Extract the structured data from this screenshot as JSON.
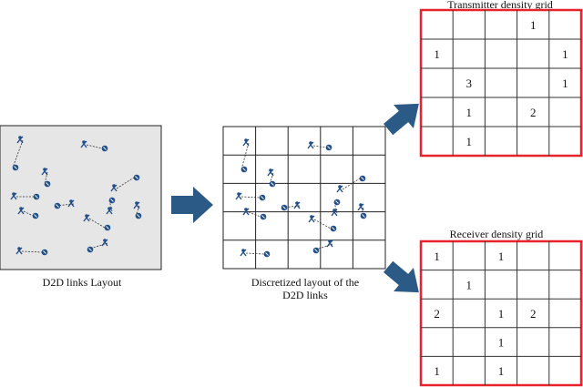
{
  "layout_panel": {
    "caption": "D2D links Layout"
  },
  "discretized_panel": {
    "caption_line1": "Discretized layout of the",
    "caption_line2": "D2D links"
  },
  "transmitter_grid": {
    "title": "Transmitter density grid",
    "rows": 5,
    "cols": 5,
    "cells": [
      [
        "",
        "",
        "",
        "1",
        ""
      ],
      [
        "1",
        "",
        "",
        "",
        "1"
      ],
      [
        "",
        "3",
        "",
        "",
        "1"
      ],
      [
        "",
        "1",
        "",
        "2",
        ""
      ],
      [
        "",
        "1",
        "",
        "",
        ""
      ]
    ],
    "border_color": "#e8232a"
  },
  "receiver_grid": {
    "title": "Receiver density grid",
    "rows": 5,
    "cols": 5,
    "cells": [
      [
        "1",
        "",
        "1",
        "",
        ""
      ],
      [
        "",
        "1",
        "",
        "",
        ""
      ],
      [
        "2",
        "",
        "1",
        "2",
        ""
      ],
      [
        "",
        "",
        "1",
        "",
        ""
      ],
      [
        "1",
        "",
        "1",
        "",
        ""
      ]
    ],
    "border_color": "#e8232a"
  },
  "colors": {
    "arrow": "#2c5a86",
    "panel_fill": "#e6e6e6",
    "device": "#1f4e8a"
  }
}
